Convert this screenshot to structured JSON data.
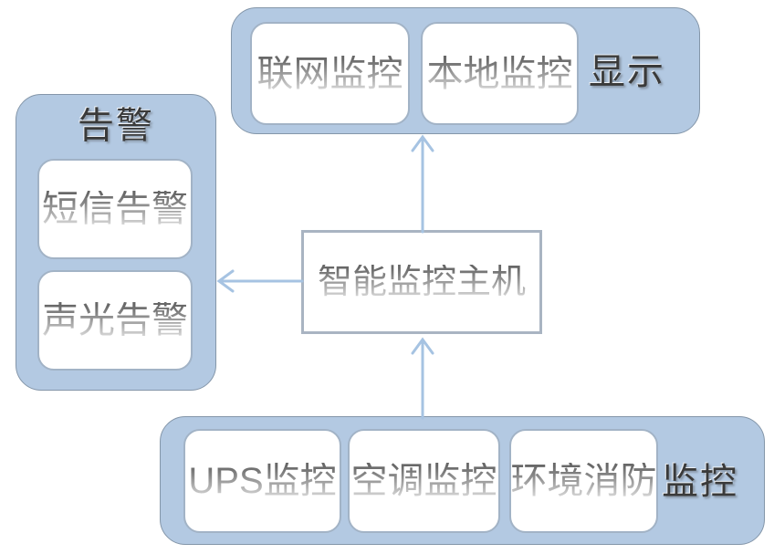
{
  "diagram": {
    "center_node": {
      "label": "智能监控主机"
    },
    "display_group": {
      "label": "显示",
      "items": [
        {
          "label": "联网监控"
        },
        {
          "label": "本地监控"
        }
      ]
    },
    "alarm_group": {
      "label": "告警",
      "items": [
        {
          "label": "短信告警"
        },
        {
          "label": "声光告警"
        }
      ]
    },
    "monitor_group": {
      "label": "监控",
      "items": [
        {
          "label": "UPS监控"
        },
        {
          "label": "空调监控"
        },
        {
          "label": "环境消防"
        }
      ]
    },
    "arrows": [
      {
        "name": "center-to-display",
        "direction": "up"
      },
      {
        "name": "center-to-alarm",
        "direction": "left"
      },
      {
        "name": "monitor-to-center",
        "direction": "up"
      }
    ],
    "colors": {
      "group_fill": "#b3c9e2",
      "group_border": "#8496a9",
      "node_border": "#a2b3c6",
      "center_border": "#a9b4c2",
      "arrow": "#a6c3e2",
      "node_text_top": "#686868",
      "node_text_bottom": "#d4d4d4",
      "label_text": "#3a3a3a"
    }
  }
}
